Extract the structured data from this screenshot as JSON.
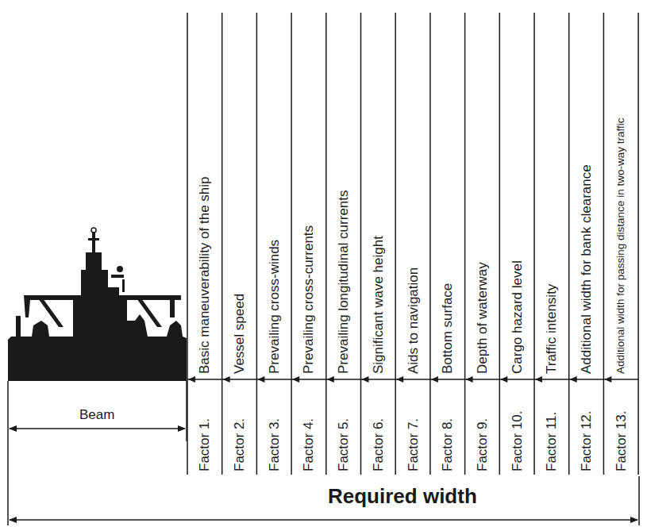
{
  "diagram": {
    "labels": [
      "Beam",
      "Basic maneuverability of the ship",
      "Vessel speed",
      "Prevailing cross-winds",
      "Prevailing cross-currents",
      "Prevailing longitudinal currents",
      "Significant wave height",
      "Aids to navigation",
      "Bottom surface",
      "Depth of waterway",
      "Cargo hazard level",
      "Traffic intensity",
      "Additional width for bank clearance",
      "Additional width for passing distance in two-way traffic",
      "Factor 1.",
      "Factor 2.",
      "Factor 3.",
      "Factor 4.",
      "Factor 5.",
      "Factor 6.",
      "Factor 7.",
      "Factor 8.",
      "Factor 9.",
      "Factor 10.",
      "Factor 11.",
      "Factor 12.",
      "Factor 13.",
      "Required width"
    ]
  }
}
